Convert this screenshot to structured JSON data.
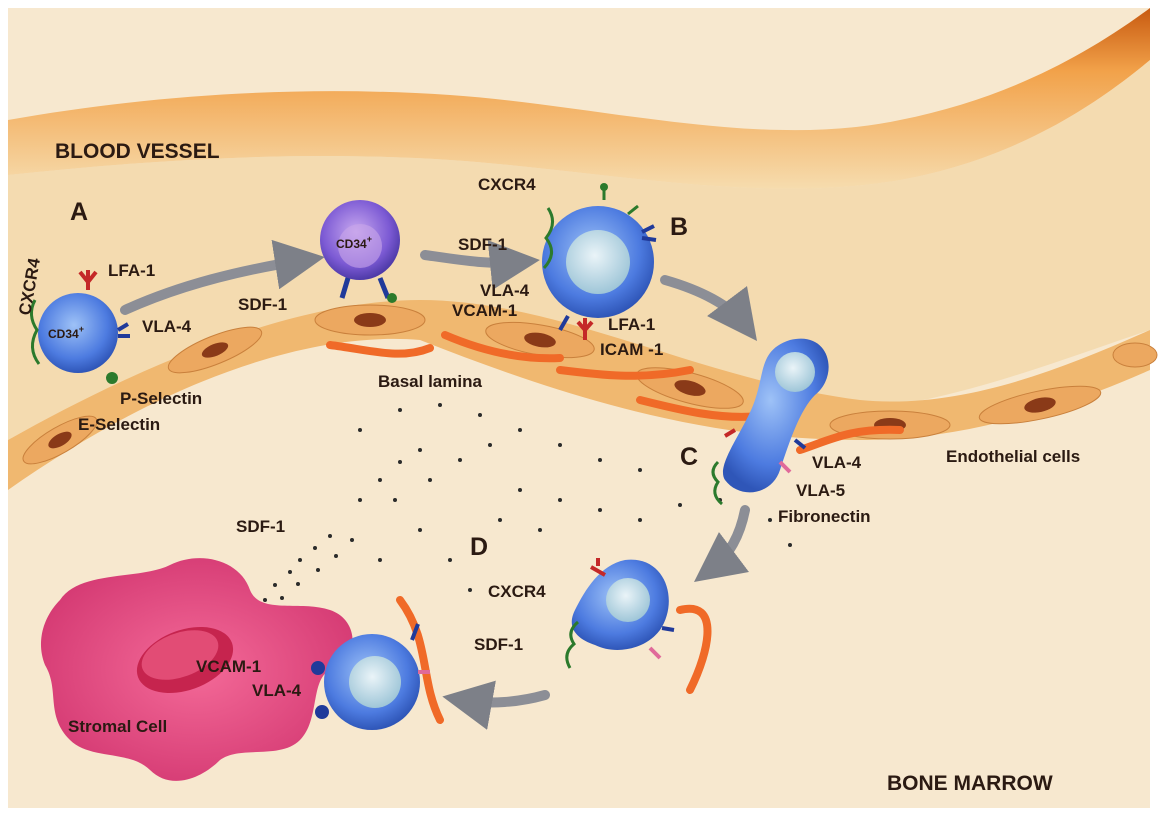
{
  "diagram": {
    "regions": {
      "blood_vessel": "BLOOD VESSEL",
      "bone_marrow": "BONE MARROW"
    },
    "stages": {
      "a": "A",
      "b": "B",
      "c": "C",
      "d": "D"
    },
    "labels": {
      "cxcr4_a": "CXCR4",
      "lfa1_a": "LFA-1",
      "cd34_a": "CD34",
      "cd34_a_sup": "+",
      "vla4_a": "VLA-4",
      "sdf1_a": "SDF-1",
      "p_selectin": "P-Selectin",
      "e_selectin": "E-Selectin",
      "cd34_top": "CD34",
      "cd34_top_sup": "+",
      "basal_lamina": "Basal lamina",
      "cxcr4_b": "CXCR4",
      "sdf1_b": "SDF-1",
      "vla4_b": "VLA-4",
      "vcam1_b": "VCAM-1",
      "lfa1_b": "LFA-1",
      "icam1_b": "ICAM -1",
      "vla4_c": "VLA-4",
      "vla5_c": "VLA-5",
      "fibronectin": "Fibronectin",
      "endothelial_cells": "Endothelial cells",
      "sdf1_d": "SDF-1",
      "cxcr4_d": "CXCR4",
      "sdf1_d2": "SDF-1",
      "vcam1_d": "VCAM-1",
      "vla4_d": "VLA-4",
      "stromal_cell": "Stromal Cell"
    },
    "colors": {
      "background": "#f7e8cf",
      "vessel_wall": "#e8892a",
      "endothelium": "#f0b870",
      "cd34_cell": "#5a84e0",
      "cd34_nucleus": "#cfe3ee",
      "stromal_cell": "#e0457a",
      "basal_lamina": "#f06a28",
      "arrow": "#8c8e96"
    }
  }
}
